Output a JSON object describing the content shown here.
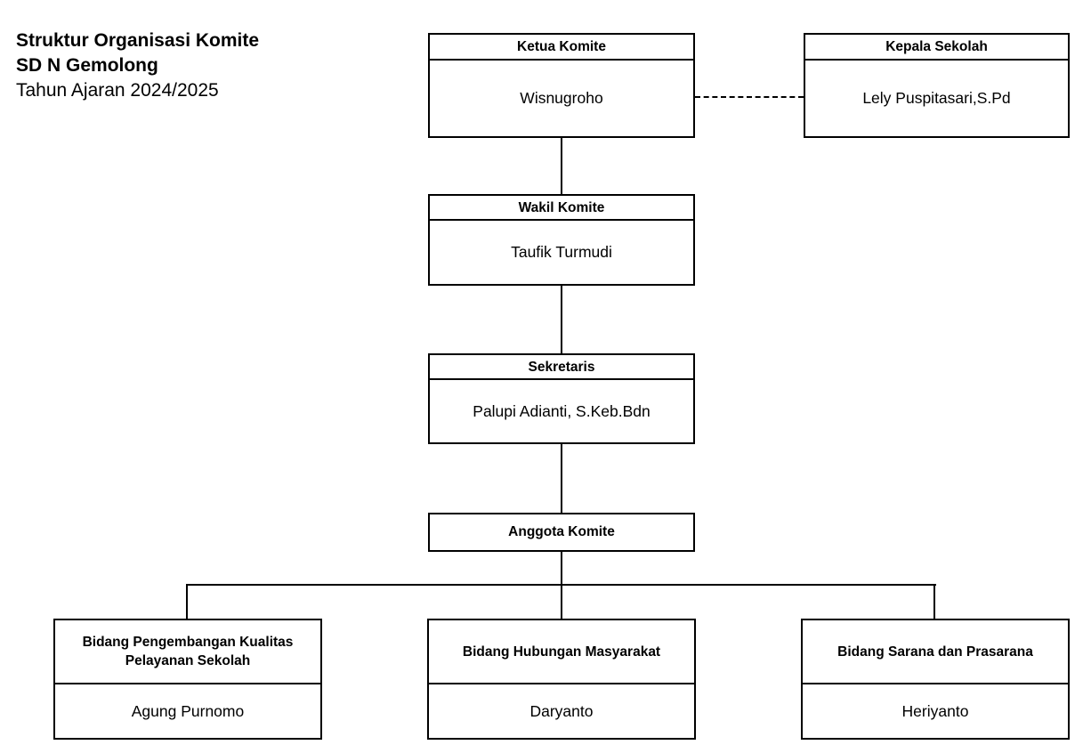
{
  "title": {
    "line1": "Struktur Organisasi Komite",
    "line2": "SD N Gemolong",
    "line3": "Tahun Ajaran 2024/2025"
  },
  "nodes": {
    "ketua": {
      "role": "Ketua Komite",
      "name": "Wisnugroho"
    },
    "kepala": {
      "role": "Kepala Sekolah",
      "name": "Lely Puspitasari,S.Pd"
    },
    "wakil": {
      "role": "Wakil Komite",
      "name": "Taufik Turmudi"
    },
    "sekretaris": {
      "role": "Sekretaris",
      "name": "Palupi Adianti, S.Keb.Bdn"
    },
    "anggota": {
      "role": "Anggota Komite"
    },
    "bidang_pelayanan": {
      "role": "Bidang Pengembangan Kualitas Pelayanan Sekolah",
      "name": "Agung Purnomo"
    },
    "bidang_humas": {
      "role": "Bidang Hubungan Masyarakat",
      "name": "Daryanto"
    },
    "bidang_sarana": {
      "role": "Bidang Sarana dan Prasarana",
      "name": "Heriyanto"
    }
  },
  "colors": {
    "line": "#000000",
    "background": "#ffffff",
    "text": "#000000"
  }
}
